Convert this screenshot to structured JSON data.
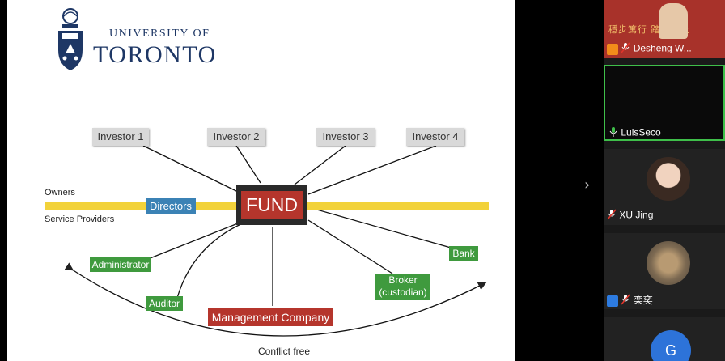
{
  "slide": {
    "university_line1": "UNIVERSITY OF",
    "university_line2": "TORONTO",
    "investors": [
      "Investor 1",
      "Investor 2",
      "Investor 3",
      "Investor 4"
    ],
    "fund_label": "FUND",
    "owners_label": "Owners",
    "service_providers_label": "Service Providers",
    "directors_label": "Directors",
    "administrator_label": "Administrator",
    "auditor_label": "Auditor",
    "management_company_label": "Management Company",
    "broker_label_line1": "Broker",
    "broker_label_line2": "(custodian)",
    "bank_label": "Bank",
    "conflict_free_label": "Conflict free",
    "colors": {
      "fund_red": "#b5352c",
      "directors_blue": "#3b82b5",
      "provider_green": "#3f9a3e",
      "band_yellow": "#f2d23a",
      "uoft_navy": "#1e3765"
    }
  },
  "participants": [
    {
      "name": "Desheng W...",
      "mic": "muted",
      "background_text": "穩步篤行  踏難而上"
    },
    {
      "name": "LuisSeco",
      "mic": "active"
    },
    {
      "name": "XU Jing",
      "mic": "muted"
    },
    {
      "name": "栾奕",
      "mic": "muted"
    },
    {
      "initial": "G"
    }
  ],
  "ui": {
    "collapse_chevron": "›",
    "accent_green": "#3fbf4a"
  }
}
